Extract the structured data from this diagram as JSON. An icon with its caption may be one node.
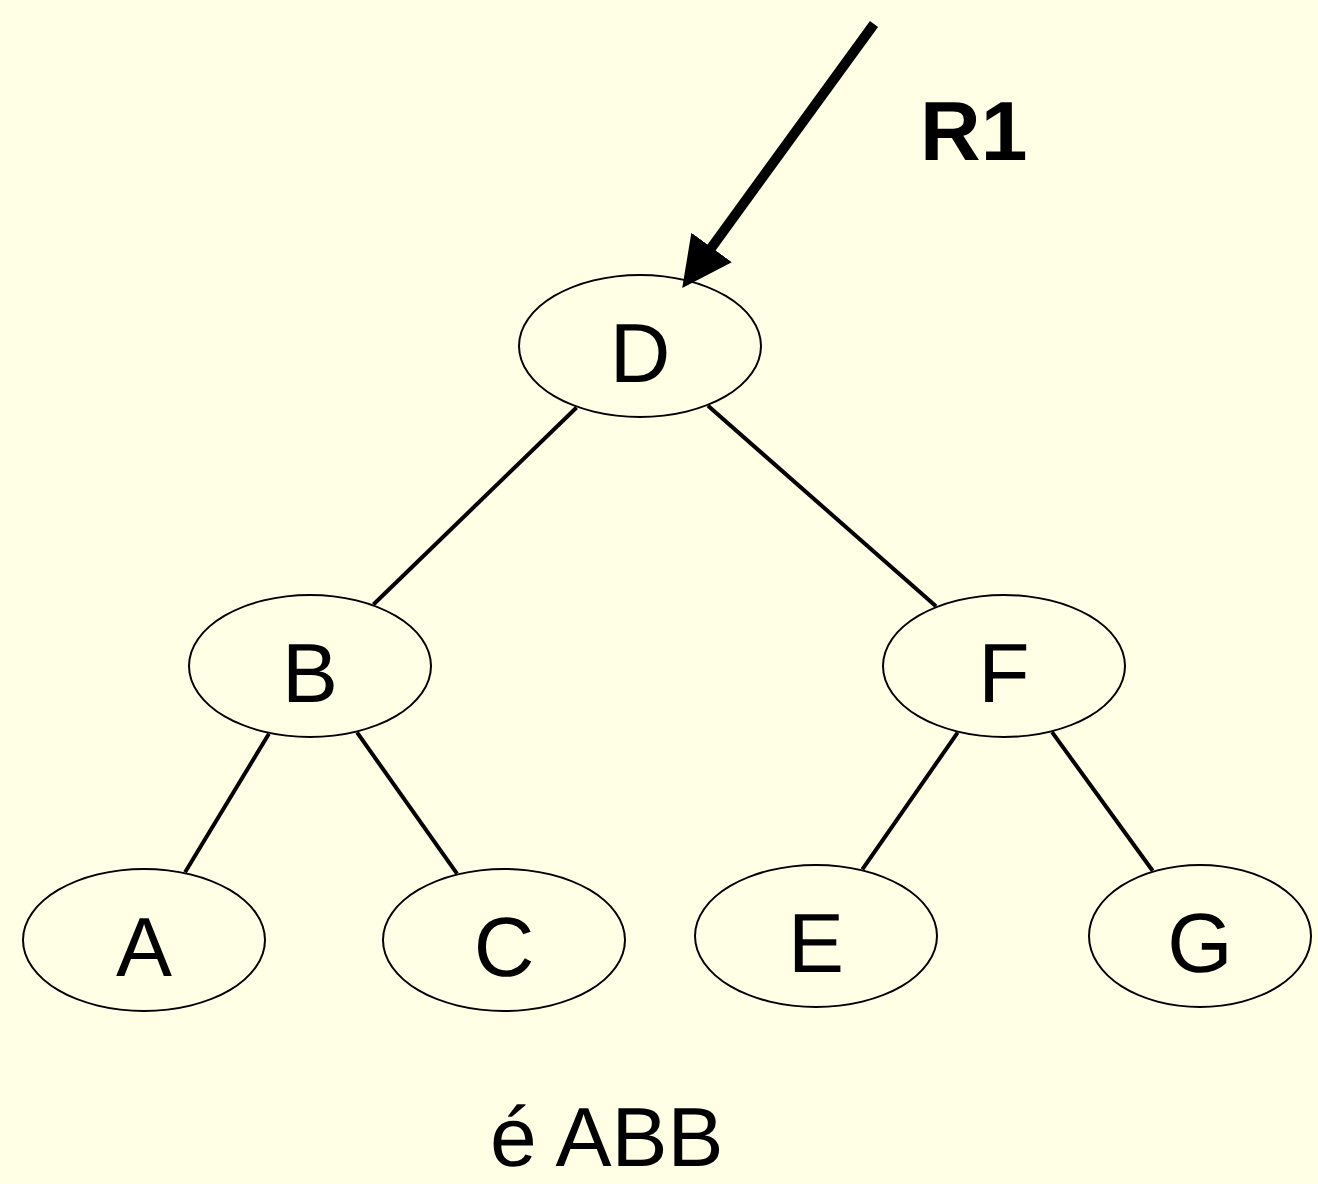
{
  "diagram": {
    "nodes": [
      {
        "text": [
          "D"
        ]
      },
      {
        "text": [
          "B"
        ]
      },
      {
        "text": [
          "F"
        ]
      },
      {
        "text": [
          "A"
        ]
      },
      {
        "text": [
          "C"
        ]
      },
      {
        "text": [
          "E"
        ]
      },
      {
        "text": [
          "G"
        ]
      }
    ],
    "edges": [
      {
        "from": null,
        "to": 0,
        "arrow": "to",
        "style": "thick"
      },
      {
        "from": 0,
        "to": 1,
        "arrow": "none"
      },
      {
        "from": 0,
        "to": 2,
        "arrow": "none"
      },
      {
        "from": 1,
        "to": 3,
        "arrow": "none"
      },
      {
        "from": 1,
        "to": 4,
        "arrow": "none"
      },
      {
        "from": 2,
        "to": 5,
        "arrow": "none"
      },
      {
        "from": 2,
        "to": 6,
        "arrow": "none"
      }
    ],
    "labels": [
      "R1",
      "é ABB"
    ]
  }
}
